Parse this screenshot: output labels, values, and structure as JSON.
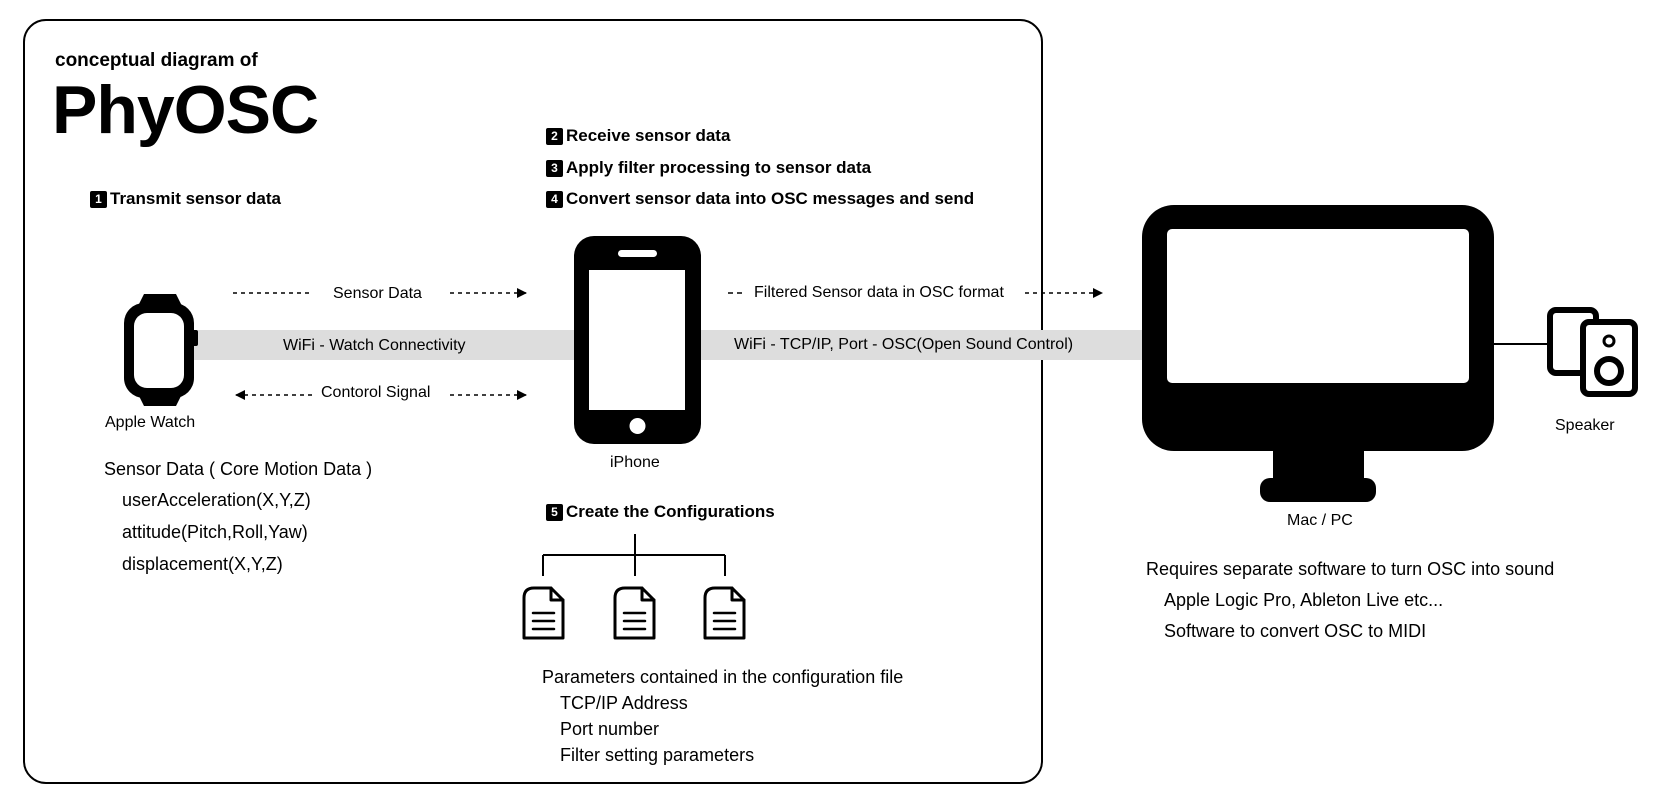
{
  "title": {
    "sub": "conceptual diagram of",
    "main": "PhyOSC"
  },
  "steps": [
    {
      "num": "1",
      "text": "Transmit sensor data"
    },
    {
      "num": "2",
      "text": "Receive sensor data"
    },
    {
      "num": "3",
      "text": "Apply filter processing to sensor data"
    },
    {
      "num": "4",
      "text": "Convert sensor data into OSC messages and send"
    },
    {
      "num": "5",
      "text": "Create the Configurations"
    }
  ],
  "links": {
    "sensor_data": "Sensor Data",
    "control_signal": "Contorol Signal",
    "watch_wifi": "WiFi - Watch Connectivity",
    "filtered": "Filtered Sensor data in OSC format",
    "mac_wifi": "WiFi - TCP/IP, Port - OSC(Open Sound Control)"
  },
  "devices": {
    "watch": "Apple Watch",
    "iphone": "iPhone",
    "mac": "Mac / PC",
    "speaker": "Speaker"
  },
  "watch_notes": {
    "heading": "Sensor Data ( Core Motion Data )",
    "items": [
      "userAcceleration(X,Y,Z)",
      "attitude(Pitch,Roll,Yaw)",
      "displacement(X,Y,Z)"
    ]
  },
  "config_notes": {
    "heading": "Parameters contained in the configuration file",
    "items": [
      "TCP/IP Address",
      "Port number",
      "Filter setting parameters"
    ]
  },
  "mac_notes": {
    "heading": "Requires separate software to turn OSC into sound",
    "items": [
      "Apple Logic Pro, Ableton Live etc...",
      "Software to convert OSC to MIDI"
    ]
  },
  "colors": {
    "ink": "#000000",
    "band": "#dddddd",
    "background": "#ffffff"
  },
  "icons": [
    "apple-watch-icon",
    "iphone-icon",
    "document-icon",
    "monitor-icon",
    "speaker-icon"
  ]
}
